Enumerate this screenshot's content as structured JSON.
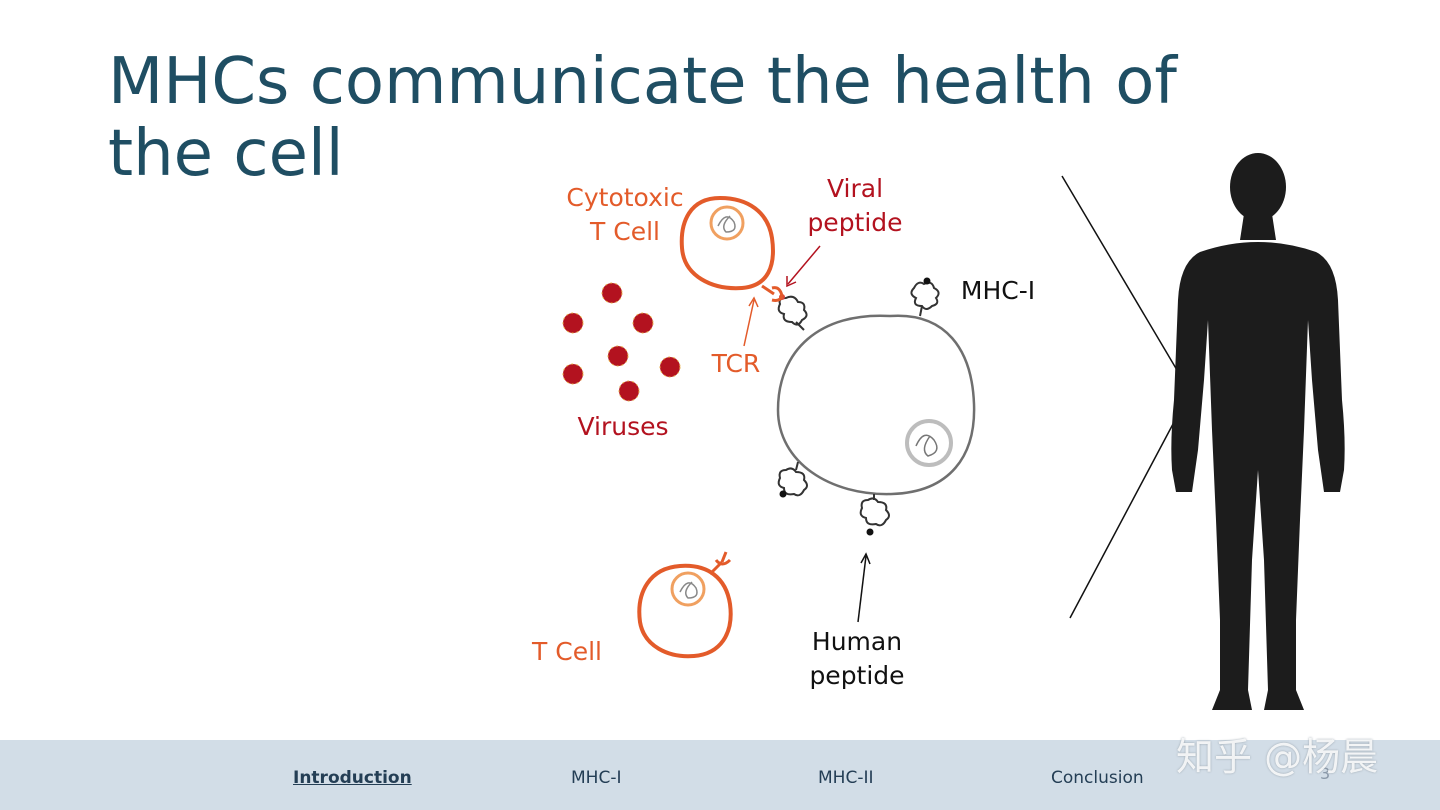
{
  "slide": {
    "title": "MHCs communicate the health of the cell",
    "page_number": "3"
  },
  "diagram": {
    "cytotoxic_t_cell_label": "Cytotoxic\nT Cell",
    "viral_peptide_label": "Viral\npeptide",
    "mhc_i_label": "MHC-I",
    "tcr_label": "TCR",
    "viruses_label": "Viruses",
    "t_cell_label": "T Cell",
    "human_peptide_label": "Human\npeptide"
  },
  "nav": {
    "items": [
      {
        "label": "Introduction",
        "active": true
      },
      {
        "label": "MHC-I",
        "active": false
      },
      {
        "label": "MHC-II",
        "active": false
      },
      {
        "label": "Conclusion",
        "active": false
      }
    ]
  },
  "watermark": "知乎 @杨晨",
  "colors": {
    "title": "#1f4e63",
    "t_cell": "#e35b2a",
    "virus": "#b3121f",
    "nav_background": "#d2dde7"
  }
}
